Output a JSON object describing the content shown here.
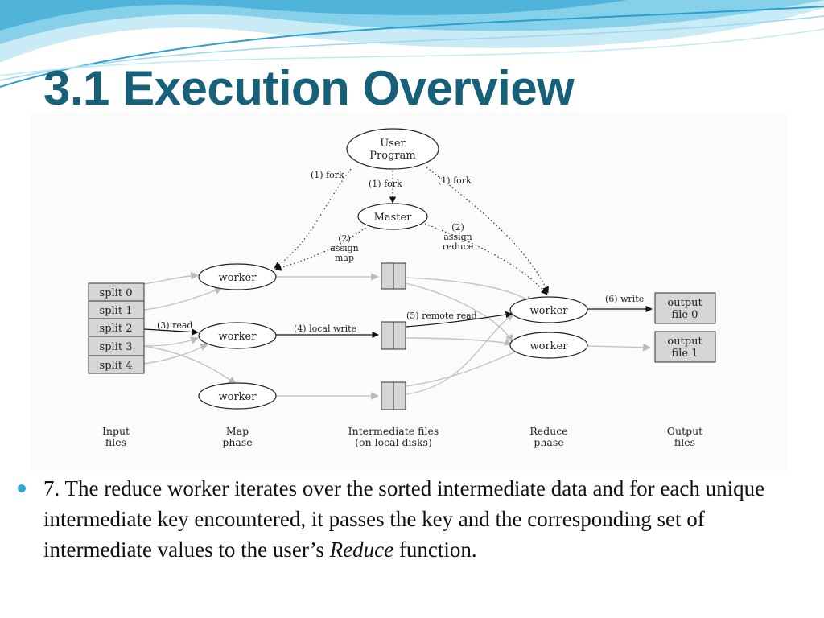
{
  "slide": {
    "title": "3.1 Execution Overview"
  },
  "diagram": {
    "user_program": [
      "User",
      "Program"
    ],
    "master": "Master",
    "fork_labels": [
      "(1) fork",
      "(1) fork",
      "(1) fork"
    ],
    "assign_map": [
      "(2)",
      "assign",
      "map"
    ],
    "assign_reduce": [
      "(2)",
      "assign",
      "reduce"
    ],
    "map_worker": "worker",
    "reduce_worker": "worker",
    "splits": [
      "split 0",
      "split 1",
      "split 2",
      "split 3",
      "split 4"
    ],
    "read_label": "(3) read",
    "local_write_label": "(4) local write",
    "remote_read_label": "(5) remote read",
    "write_label": "(6) write",
    "outputs": [
      [
        "output",
        "file 0"
      ],
      [
        "output",
        "file 1"
      ]
    ],
    "columns": [
      [
        "Input",
        "files"
      ],
      [
        "Map",
        "phase"
      ],
      [
        "Intermediate files",
        "(on local disks)"
      ],
      [
        "Reduce",
        "phase"
      ],
      [
        "Output",
        "files"
      ]
    ]
  },
  "bullet": {
    "text_before": "7. The reduce worker iterates over the sorted intermediate data and for each unique intermediate key encountered, it passes the key and the corresponding set of intermediate values to the user’s ",
    "emphasis": "Reduce",
    "text_after": " function."
  },
  "colors": {
    "title": "#17607a",
    "bullet": "#2aa8d8",
    "wave_light": "#bfe6f3",
    "wave_mid": "#7ccbe6",
    "wave_dark": "#3fa9d2"
  }
}
